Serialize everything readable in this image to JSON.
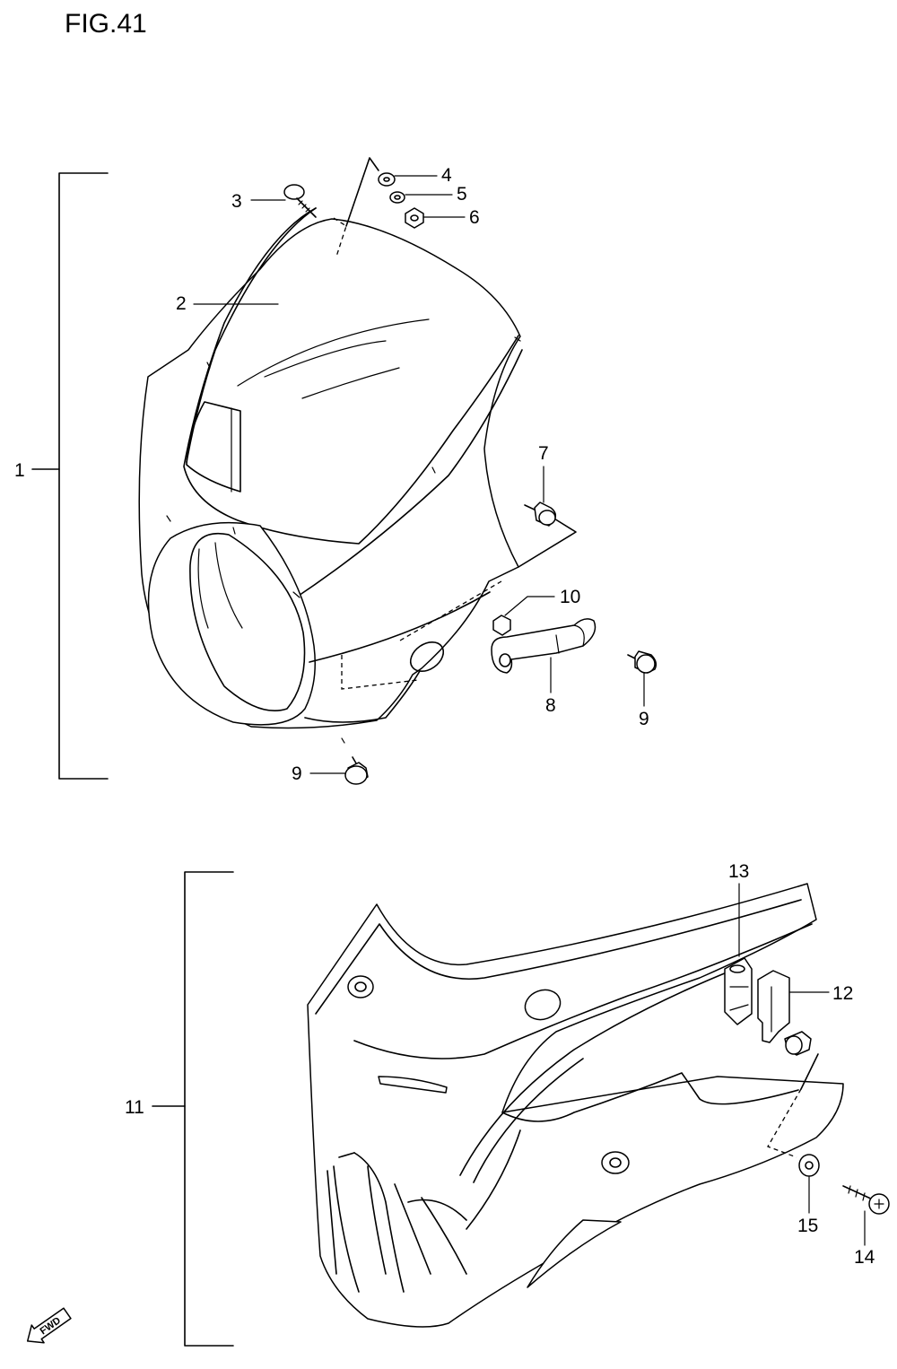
{
  "figure": {
    "title": "FIG.41"
  },
  "callouts": {
    "c1": "1",
    "c2": "2",
    "c3": "3",
    "c4": "4",
    "c5": "5",
    "c6": "6",
    "c7": "7",
    "c8": "8",
    "c9a": "9",
    "c9b": "9",
    "c10": "10",
    "c11": "11",
    "c12": "12",
    "c13": "13",
    "c14": "14",
    "c15": "15"
  },
  "fwd_arrow": {
    "label": "FWD",
    "icon": "fwd-arrow-icon"
  }
}
